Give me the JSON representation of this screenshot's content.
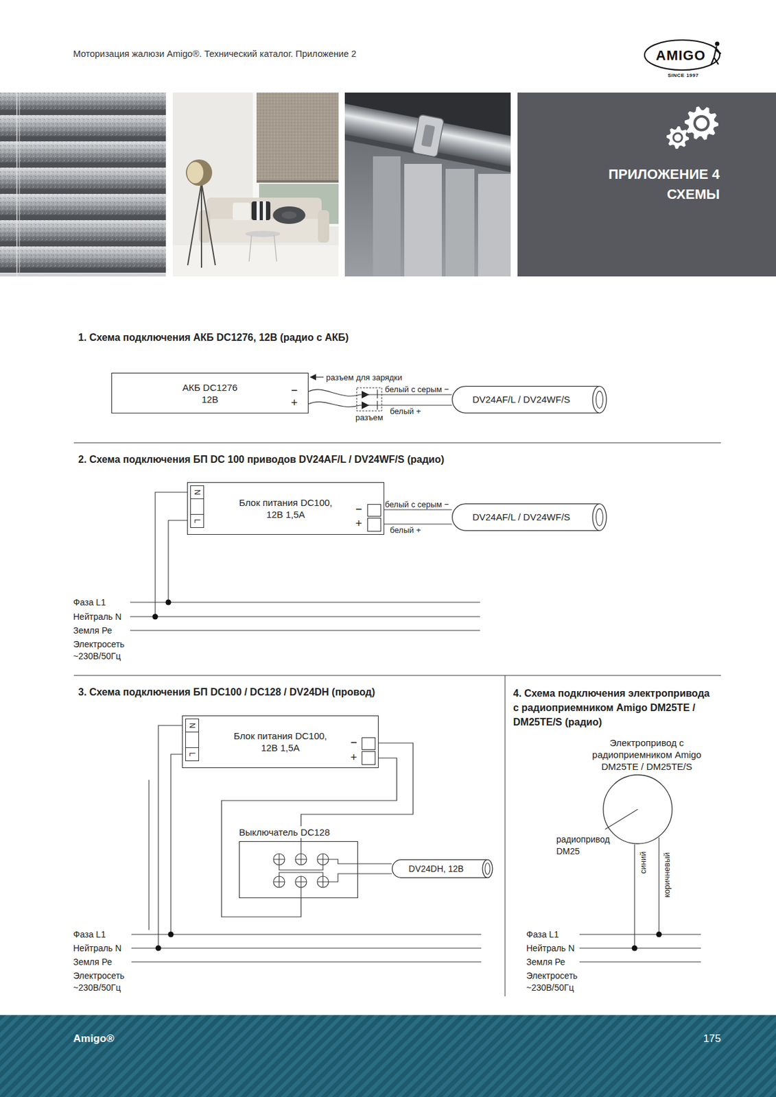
{
  "diagram": {
    "title": "Моторизация жалюзи Amigo®. Технический каталог. Приложение 2",
    "nodes": [
      {
        "text": [
          "ПРИЛОЖЕНИЕ 4",
          "СХЕМЫ"
        ]
      },
      {
        "text": [
          "АКБ DC1276 12В"
        ]
      },
      {
        "text": [
          "DV24AF/L / DV24WF/S"
        ]
      },
      {
        "text": [
          "Блок питания DC100, 12В 1,5А"
        ]
      },
      {
        "text": [
          "N"
        ],
        "in": 3
      },
      {
        "text": [
          "L"
        ],
        "in": 3
      },
      {
        "text": [
          "DV24AF/L / DV24WF/S"
        ]
      },
      {
        "text": [
          "Блок питания DC100, 12В 1,5А"
        ]
      },
      {
        "text": [
          "N"
        ],
        "in": 7
      },
      {
        "text": [
          "L"
        ],
        "in": 7
      },
      {
        "text": [
          "Выключатель DC128"
        ]
      },
      {
        "text": [
          "DV24DH, 12В"
        ]
      },
      {
        "text": [
          "Электропривод с радиоприемником Amigo DM25TE / DM25TE/S"
        ]
      },
      {
        "text": [
          "Amigo®",
          "175"
        ]
      }
    ],
    "edges": [
      {
        "from": 1,
        "to": 2,
        "label": "белый с серым −",
        "arrow": "none"
      },
      {
        "from": 1,
        "to": 2,
        "label": "белый +",
        "arrow": "none"
      },
      {
        "from": 3,
        "to": 6,
        "label": "белый с серым −",
        "arrow": "none"
      },
      {
        "from": 3,
        "to": 6,
        "label": "белый +",
        "arrow": "none"
      },
      {
        "from": 7,
        "to": 10,
        "arrow": "none"
      },
      {
        "from": 7,
        "to": 10,
        "arrow": "none"
      },
      {
        "from": 10,
        "to": 11,
        "arrow": "none"
      }
    ],
    "labels": [
      "AMIGO",
      "SINCE 1997",
      "1. Схема подключения АКБ DC1276, 12В (радио с АКБ)",
      "−",
      "+",
      "разъем для зарядки",
      "разъем",
      "2. Схема подключения БП DC 100 приводов DV24AF/L / DV24WF/S (радио)",
      "−",
      "+",
      "Фаза L1",
      "Нейтраль N",
      "Земля Ре",
      "Электросеть ~230В/50Гц",
      "3. Схема подключения БП DC100 / DC128 / DV24DH (провод)",
      "−",
      "+",
      "Фаза L1",
      "Нейтраль N",
      "Земля Ре",
      "Электросеть ~230В/50Гц",
      "4. Схема подключения электропривода с радиоприемником Amigo DM25TE / DM25TE/S (радио)",
      "радиопривод DM25",
      "синий",
      "коричневый",
      "Фаза L1",
      "Нейтраль N",
      "Земля Ре",
      "Электросеть ~230В/50Гц"
    ]
  }
}
